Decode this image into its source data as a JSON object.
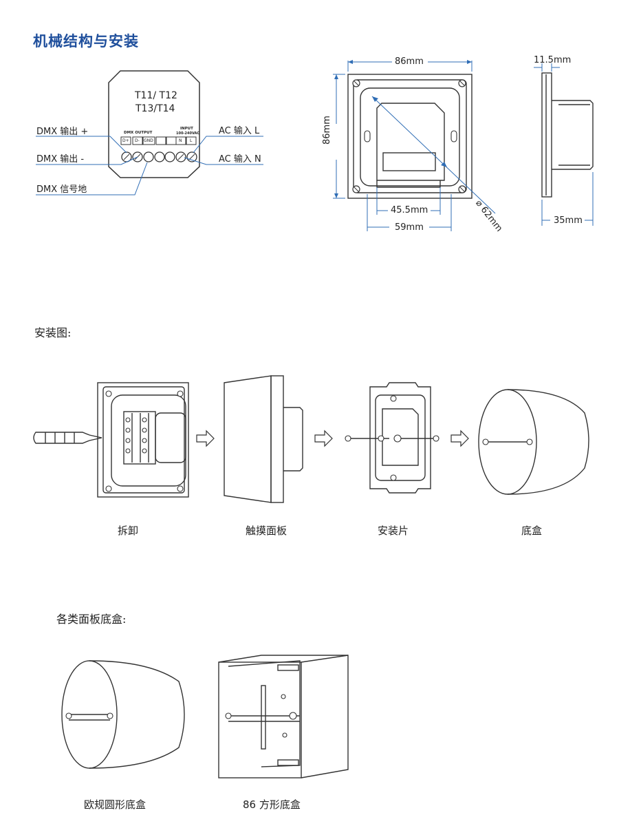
{
  "section_title": "机械结构与安装",
  "terminal_diagram": {
    "model_line1": "T11/ T12",
    "model_line2": "T13/T14",
    "header_output": "DMX OUTPUT",
    "header_input_line1": "INPUT",
    "header_input_line2": "100-240VAC",
    "terminals": [
      "D+",
      "D-",
      "GND",
      "",
      "",
      "N",
      "L"
    ],
    "left_labels": [
      "DMX 输出 +",
      "DMX 输出 -",
      "DMX 信号地"
    ],
    "right_labels": [
      "AC 输入  L",
      "AC 输入 N"
    ]
  },
  "front_view": {
    "width": "86mm",
    "height": "86mm",
    "inner_width": "45.5mm",
    "outer_width": "59mm",
    "diameter": "⌀ 62mm"
  },
  "side_view": {
    "top_depth": "11.5mm",
    "bottom_depth": "35mm"
  },
  "install_heading": "安装图:",
  "install_steps": [
    "拆卸",
    "触摸面板",
    "安装片",
    "底盒"
  ],
  "box_heading": "各类面板底盒:",
  "box_types": [
    "欧规圆形底盒",
    "86 方形底盒"
  ],
  "colors": {
    "accent": "#1f4f9c",
    "dimension_line": "#2f6db5",
    "outline": "#333333"
  }
}
